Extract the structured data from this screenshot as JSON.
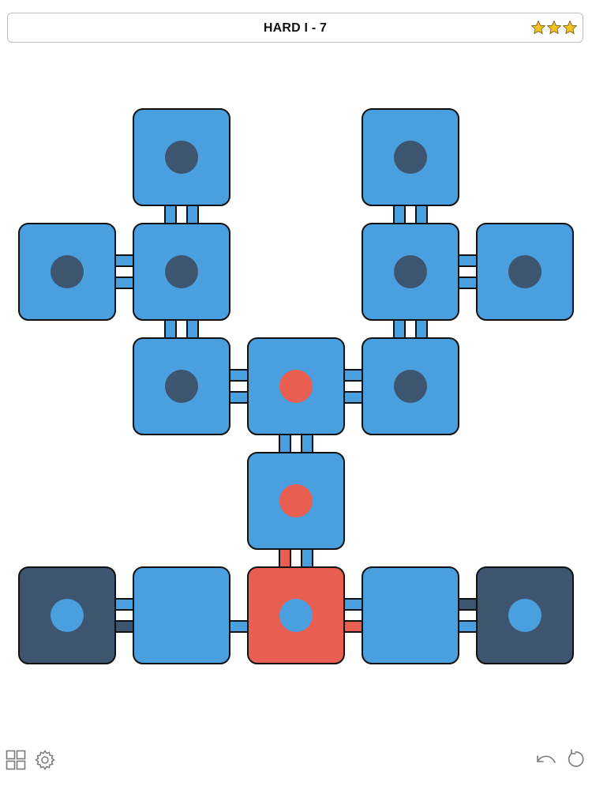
{
  "header": {
    "title": "HARD I - 7",
    "stars_earned": 3,
    "stars_total": 3
  },
  "colors": {
    "tile_blue": "#4a9fdf",
    "tile_dark": "#3e5570",
    "tile_red": "#e85f52",
    "dot_dark": "#3e5570",
    "dot_red": "#e85f52",
    "dot_blue": "#4a9fdf",
    "star_gold": "#f5c423",
    "outline": "#111111",
    "icon_grey": "#7a7a7a"
  },
  "board": {
    "tiles": [
      {
        "id": "t-0-1",
        "col": 1,
        "row": 0,
        "fill": "blue",
        "dot": "dark"
      },
      {
        "id": "t-0-3",
        "col": 3,
        "row": 0,
        "fill": "blue",
        "dot": "dark"
      },
      {
        "id": "t-1-0",
        "col": 0,
        "row": 1,
        "fill": "blue",
        "dot": "dark"
      },
      {
        "id": "t-1-1",
        "col": 1,
        "row": 1,
        "fill": "blue",
        "dot": "dark"
      },
      {
        "id": "t-1-3",
        "col": 3,
        "row": 1,
        "fill": "blue",
        "dot": "dark"
      },
      {
        "id": "t-1-4",
        "col": 4,
        "row": 1,
        "fill": "blue",
        "dot": "dark"
      },
      {
        "id": "t-2-1",
        "col": 1,
        "row": 2,
        "fill": "blue",
        "dot": "dark"
      },
      {
        "id": "t-2-2",
        "col": 2,
        "row": 2,
        "fill": "blue",
        "dot": "red"
      },
      {
        "id": "t-2-3",
        "col": 3,
        "row": 2,
        "fill": "blue",
        "dot": "dark"
      },
      {
        "id": "t-3-2",
        "col": 2,
        "row": 3,
        "fill": "blue",
        "dot": "red"
      },
      {
        "id": "t-4-0",
        "col": 0,
        "row": 4,
        "fill": "dark",
        "dot": "blue"
      },
      {
        "id": "t-4-1",
        "col": 1,
        "row": 4,
        "fill": "blue",
        "dot": null
      },
      {
        "id": "t-4-2",
        "col": 2,
        "row": 4,
        "fill": "red",
        "dot": "blue"
      },
      {
        "id": "t-4-3",
        "col": 3,
        "row": 4,
        "fill": "blue",
        "dot": null
      },
      {
        "id": "t-4-4",
        "col": 4,
        "row": 4,
        "fill": "dark",
        "dot": "blue"
      }
    ],
    "connectors": [
      {
        "dir": "v",
        "col": 1,
        "row": 0,
        "left": "blue",
        "right": "blue"
      },
      {
        "dir": "v",
        "col": 3,
        "row": 0,
        "left": "blue",
        "right": "blue"
      },
      {
        "dir": "h",
        "col": 0,
        "row": 1,
        "top": "blue",
        "bottom": "blue"
      },
      {
        "dir": "h",
        "col": 3,
        "row": 1,
        "top": "blue",
        "bottom": "blue"
      },
      {
        "dir": "v",
        "col": 1,
        "row": 1,
        "left": "blue",
        "right": "blue"
      },
      {
        "dir": "v",
        "col": 3,
        "row": 1,
        "left": "blue",
        "right": "blue"
      },
      {
        "dir": "h",
        "col": 1,
        "row": 2,
        "top": "blue",
        "bottom": "blue"
      },
      {
        "dir": "h",
        "col": 2,
        "row": 2,
        "top": "blue",
        "bottom": "blue"
      },
      {
        "dir": "v",
        "col": 2,
        "row": 2,
        "left": "blue",
        "right": "blue"
      },
      {
        "dir": "v",
        "col": 2,
        "row": 3,
        "left": "red",
        "right": "blue"
      },
      {
        "dir": "h",
        "col": 0,
        "row": 4,
        "top": "blue",
        "bottom": "dark"
      },
      {
        "dir": "h",
        "col": 1,
        "row": 4,
        "top": null,
        "bottom": "blue"
      },
      {
        "dir": "h",
        "col": 2,
        "row": 4,
        "top": "blue",
        "bottom": "red"
      },
      {
        "dir": "h",
        "col": 3,
        "row": 4,
        "top": "dark",
        "bottom": "blue"
      }
    ]
  },
  "footer": {
    "left_icons": [
      "level-grid-icon",
      "settings-gear-icon"
    ],
    "right_icons": [
      "undo-icon",
      "restart-icon"
    ]
  }
}
